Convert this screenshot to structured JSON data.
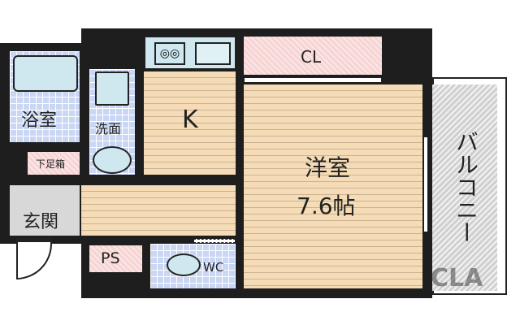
{
  "rooms": {
    "bath": "浴室",
    "washroom": "洗面",
    "kitchen": "K",
    "closet": "CL",
    "western_room": "洋室",
    "western_room_size": "7.6帖",
    "balcony": "バルコニー",
    "shoe_box": "下足箱",
    "entrance": "玄関",
    "ps": "PS",
    "wc": "WC"
  },
  "watermark": "CLA",
  "colors": {
    "wall": "#1e1e1e",
    "floor": "#f6dcb6",
    "tile": "#c9d6f4",
    "storage": "#f6d4d4",
    "entrance": "#d8d8d8",
    "balcony": "#d0d0d0"
  }
}
